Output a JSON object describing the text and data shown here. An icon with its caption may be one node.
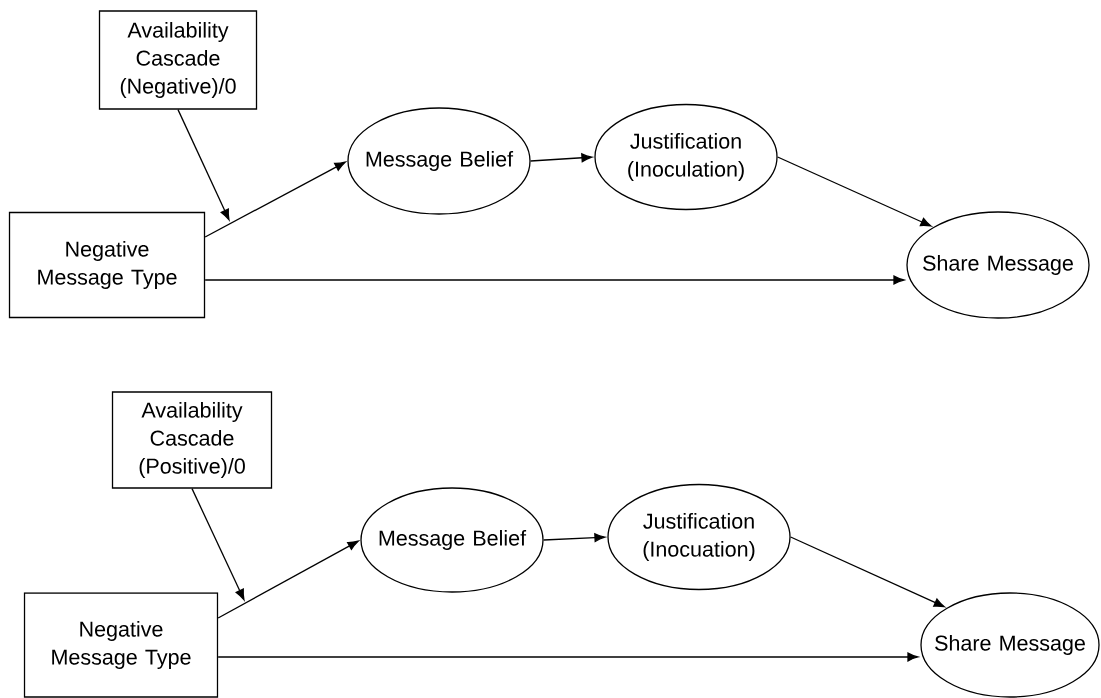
{
  "diagram": {
    "nodes": [
      {
        "text": [
          "Availability Cascade (Negative)/0"
        ]
      },
      {
        "text": [
          "Negative Message Type"
        ]
      },
      {
        "text": [
          "Message Belief"
        ]
      },
      {
        "text": [
          "Justification (Inoculation)"
        ]
      },
      {
        "text": [
          "Share Message"
        ]
      },
      {
        "text": [
          "Availability Cascade (Positive)/0"
        ]
      },
      {
        "text": [
          "Negative Message Type"
        ]
      },
      {
        "text": [
          "Message Belief"
        ]
      },
      {
        "text": [
          "Justification (Inocuation)"
        ]
      },
      {
        "text": [
          "Share Message"
        ]
      }
    ],
    "edges": [
      {
        "from": 1,
        "to": 2,
        "arrow": "to"
      },
      {
        "from": 2,
        "to": 3,
        "arrow": "to"
      },
      {
        "from": 3,
        "to": 4,
        "arrow": "to"
      },
      {
        "from": 1,
        "to": 4,
        "arrow": "to"
      },
      {
        "from": 0,
        "to": null,
        "arrow": "to"
      },
      {
        "from": 6,
        "to": 7,
        "arrow": "to"
      },
      {
        "from": 7,
        "to": 8,
        "arrow": "to"
      },
      {
        "from": 8,
        "to": 9,
        "arrow": "to"
      },
      {
        "from": 6,
        "to": 9,
        "arrow": "to"
      },
      {
        "from": 5,
        "to": null,
        "arrow": "to"
      }
    ]
  }
}
